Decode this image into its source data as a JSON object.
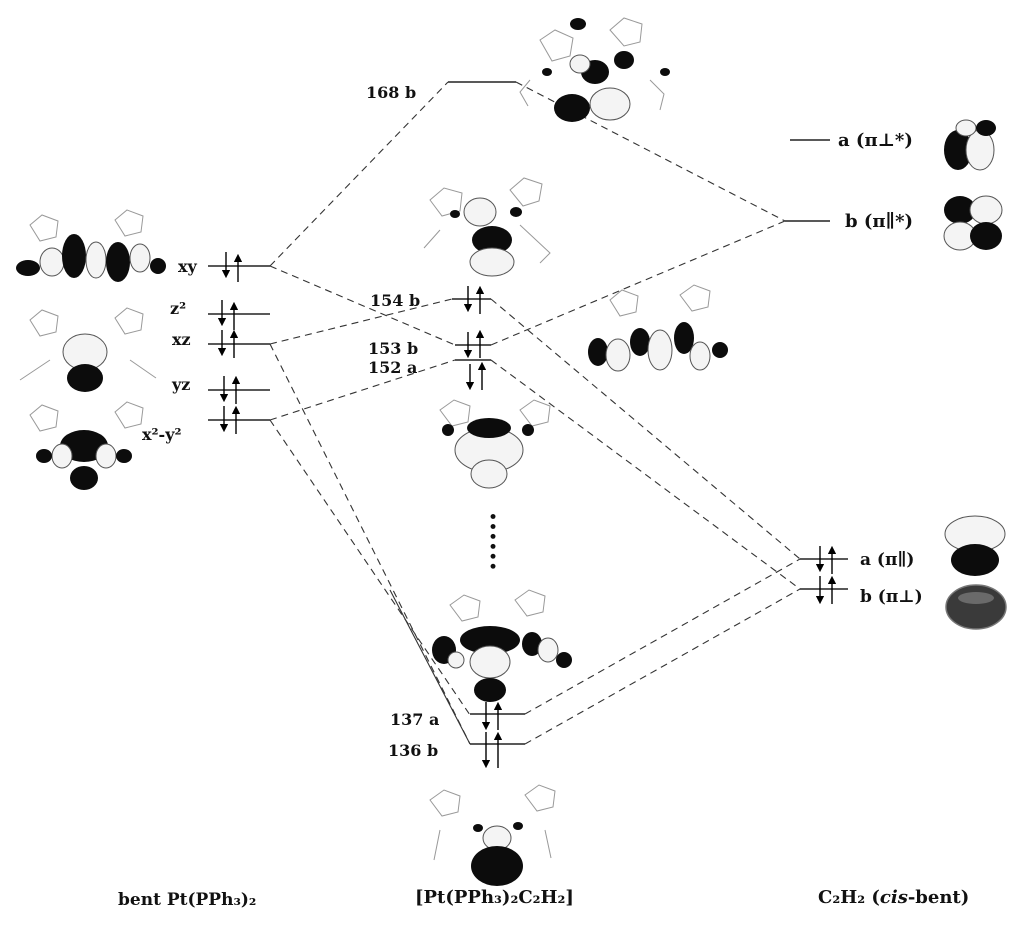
{
  "left_fragment": {
    "title": "bent Pt(PPh₃)₂",
    "orbitals": [
      {
        "label": "xy"
      },
      {
        "label": "z²"
      },
      {
        "label": "xz"
      },
      {
        "label": "yz"
      },
      {
        "label": "x²-y²"
      }
    ]
  },
  "complex": {
    "title": "[Pt(PPh₃)₂C₂H₂]",
    "orbitals": [
      {
        "label": "168 b",
        "occupied": false
      },
      {
        "label": "154 b",
        "occupied": true
      },
      {
        "label": "153 b",
        "occupied": true
      },
      {
        "label": "152 a",
        "occupied": true
      },
      {
        "label": "137 a",
        "occupied": true
      },
      {
        "label": "136 b",
        "occupied": true
      }
    ],
    "ellipsis": "••••••"
  },
  "right_fragment": {
    "title_main": "C₂H₂ (",
    "title_italic": "cis",
    "title_end": "-bent)",
    "orbitals": [
      {
        "label": "a (π⊥*)",
        "occupied": false
      },
      {
        "label": "b (π∥*)",
        "occupied": false
      },
      {
        "label": "a (π∥)",
        "occupied": true
      },
      {
        "label": "b (π⊥)",
        "occupied": true
      }
    ]
  }
}
